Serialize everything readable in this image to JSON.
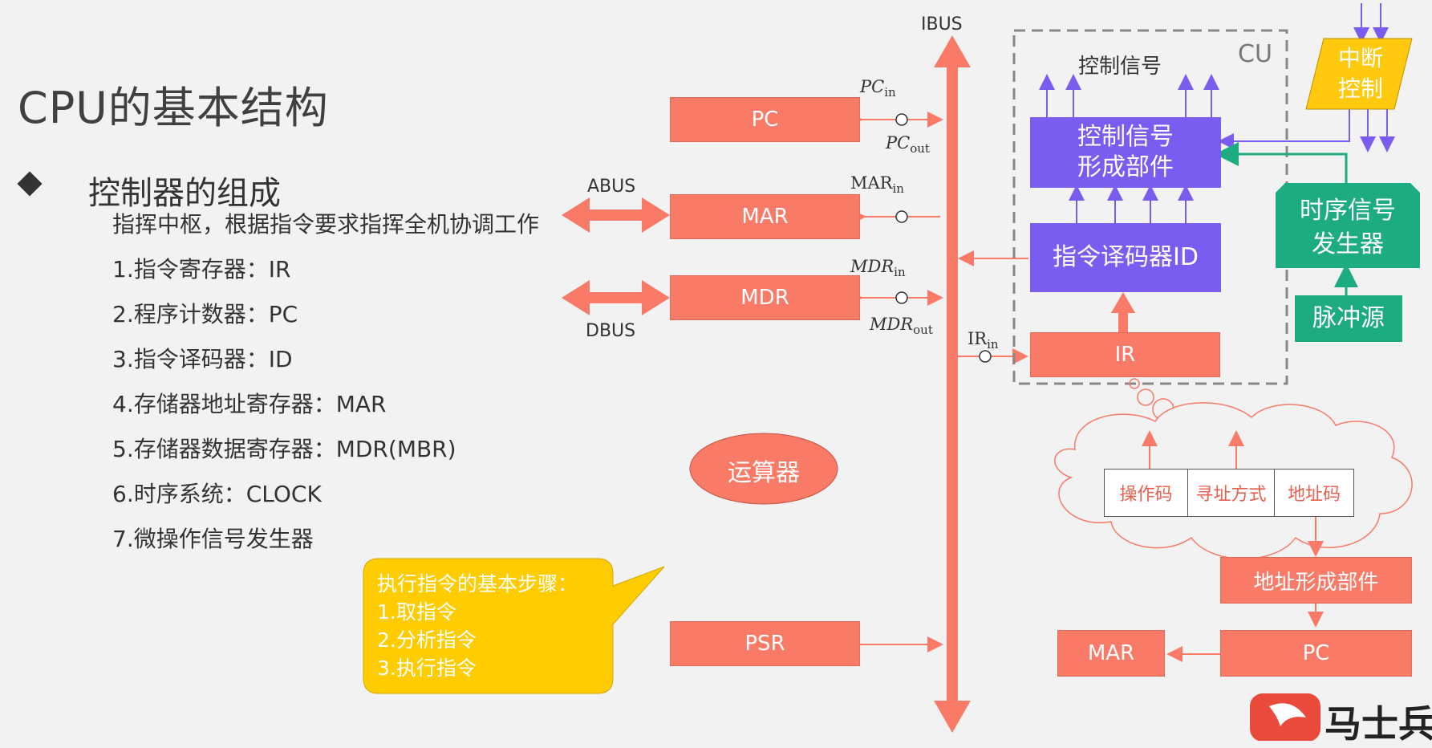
{
  "title": "CPU的基本结构",
  "bullet": "控制器的组成",
  "items": [
    "指挥中枢，根据指令要求指挥全机协调工作",
    "1.指令寄存器：IR",
    "2.程序计数器：PC",
    "3.指令译码器：ID",
    "4.存储器地址寄存器：MAR",
    "5.存储器数据寄存器：MDR(MBR)",
    "6.时序系统：CLOCK",
    "7.微操作信号发生器"
  ],
  "callout": {
    "title": "执行指令的基本步骤：",
    "steps": [
      "1.取指令",
      "2.分析指令",
      "3.执行指令"
    ]
  },
  "bus": {
    "ibus": "IBUS",
    "abus": "ABUS",
    "dbus": "DBUS"
  },
  "registers": {
    "pc": "PC",
    "mar": "MAR",
    "mdr": "MDR",
    "psr": "PSR",
    "ir": "IR"
  },
  "alu": "运算器",
  "signals": {
    "pc_in": "PC",
    "pc_out": "PC",
    "mar_in": "MAR",
    "mdr_in": "MDR",
    "mdr_out": "MDR",
    "ir_in": "IR",
    "sub_in": "in",
    "sub_out": "out"
  },
  "cu": {
    "label": "CU",
    "control_signals": "控制信号",
    "csg_line1": "控制信号",
    "csg_line2": "形成部件",
    "decoder": "指令译码器ID"
  },
  "interrupt": {
    "line1": "中断",
    "line2": "控制"
  },
  "timing": {
    "line1": "时序信号",
    "line2": "发生器",
    "pulse": "脉冲源"
  },
  "instruction_format": [
    "操作码",
    "寻址方式",
    "地址码"
  ],
  "addr_unit": "地址形成部件",
  "bottom": {
    "mar": "MAR",
    "pc": "PC"
  },
  "logo_text": "马士兵教",
  "colors": {
    "register": "#f87a67",
    "unit": "#7b5cf0",
    "timing": "#1dab82",
    "interrupt": "#ffc90e",
    "callout": "#ffcc00"
  }
}
